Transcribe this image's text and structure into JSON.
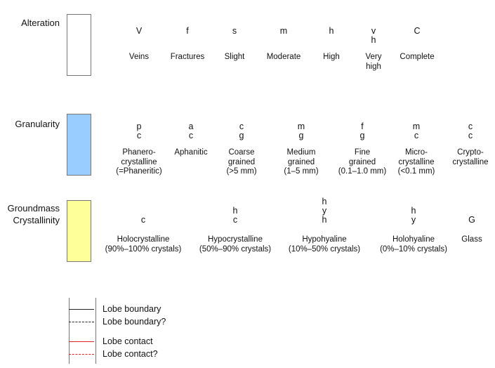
{
  "sections": [
    {
      "title": "Alteration",
      "color": "#ffffff",
      "items": [
        {
          "abbr": "V",
          "desc": "Veins"
        },
        {
          "abbr": "f",
          "desc": "Fractures"
        },
        {
          "abbr": "s",
          "desc": "Slight"
        },
        {
          "abbr": "m",
          "desc": "Moderate"
        },
        {
          "abbr": "h",
          "desc": "High"
        },
        {
          "abbr": "v\nh",
          "desc": "Very\nhigh"
        },
        {
          "abbr": "C",
          "desc": "Complete"
        }
      ]
    },
    {
      "title": "Granularity",
      "color": "#99ccff",
      "items": [
        {
          "abbr": "p\nc",
          "desc": "Phanero-\ncrystalline\n(=Phaneritic)"
        },
        {
          "abbr": "a\nc",
          "desc": "Aphanitic"
        },
        {
          "abbr": "c\ng",
          "desc": "Coarse\ngrained\n(>5 mm)"
        },
        {
          "abbr": "m\ng",
          "desc": "Medium\ngrained\n(1–5 mm)"
        },
        {
          "abbr": "f\ng",
          "desc": "Fine\ngrained\n(0.1–1.0 mm)"
        },
        {
          "abbr": "m\nc",
          "desc": "Micro-\ncrystalline\n(<0.1 mm)"
        },
        {
          "abbr": "c\nc",
          "desc": "Crypto-\ncrystalline"
        }
      ]
    },
    {
      "title": "Groundmass\nCrystallinity",
      "color": "#ffff99",
      "items": [
        {
          "abbr": "c",
          "desc": "Holocrystalline\n(90%–100% crystals)"
        },
        {
          "abbr": "h\nc",
          "desc": "Hypocrystalline\n(50%–90% crystals)"
        },
        {
          "abbr": "h\ny\nh",
          "desc": "Hypohyaline\n(10%–50% crystals)"
        },
        {
          "abbr": "h\ny",
          "desc": "Holohyaline\n(0%–10% crystals)"
        },
        {
          "abbr": "G",
          "desc": "Glass"
        }
      ]
    }
  ],
  "legend": [
    {
      "label": "Lobe boundary",
      "color": "#222222",
      "style": "solid"
    },
    {
      "label": "Lobe boundary?",
      "color": "#222222",
      "style": "dashed"
    },
    {
      "label": "Lobe contact",
      "color": "#dd2222",
      "style": "solid"
    },
    {
      "label": "Lobe contact?",
      "color": "#dd2222",
      "style": "dashed"
    }
  ]
}
